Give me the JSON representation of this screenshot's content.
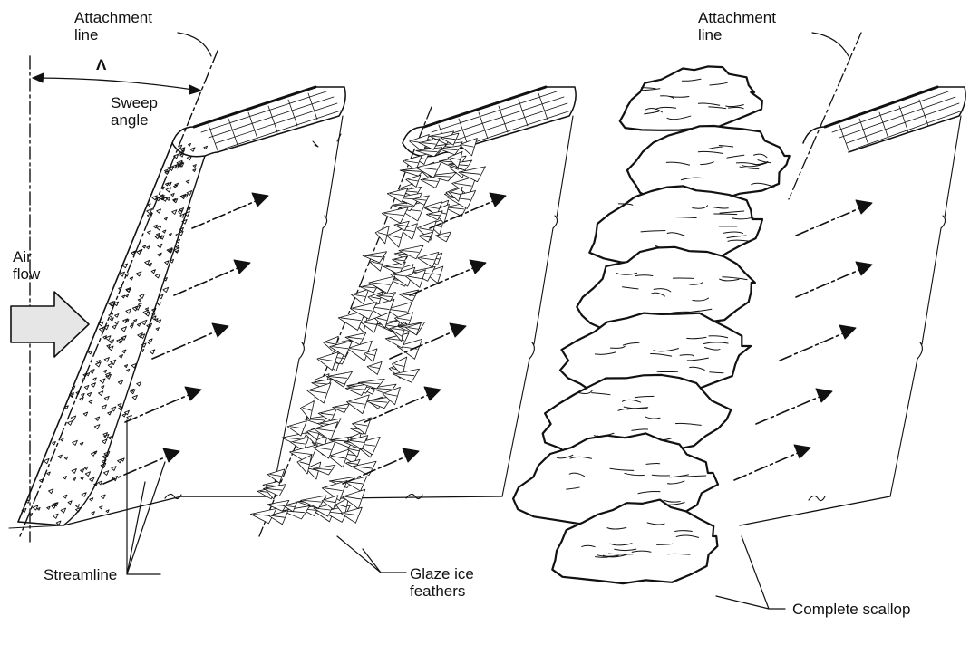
{
  "panels": [
    {
      "id": "smooth-ice",
      "labels": {
        "attachment_line_1": "Attachment",
        "attachment_line_2": "line",
        "sweep_symbol": "Λ",
        "sweep_angle_1": "Sweep",
        "sweep_angle_2": "angle",
        "air_flow_1": "Air",
        "air_flow_2": "flow",
        "streamline": "Streamline"
      }
    },
    {
      "id": "feathered-ice",
      "labels": {
        "glaze_1": "Glaze ice",
        "glaze_2": "feathers"
      }
    },
    {
      "id": "scallop-ice",
      "labels": {
        "attachment_line_1": "Attachment",
        "attachment_line_2": "line",
        "scallop": "Complete scallop"
      }
    }
  ],
  "colors": {
    "ink": "#111111",
    "arrow_fill": "#e6e6e6",
    "ice_fill": "#ffffff"
  }
}
